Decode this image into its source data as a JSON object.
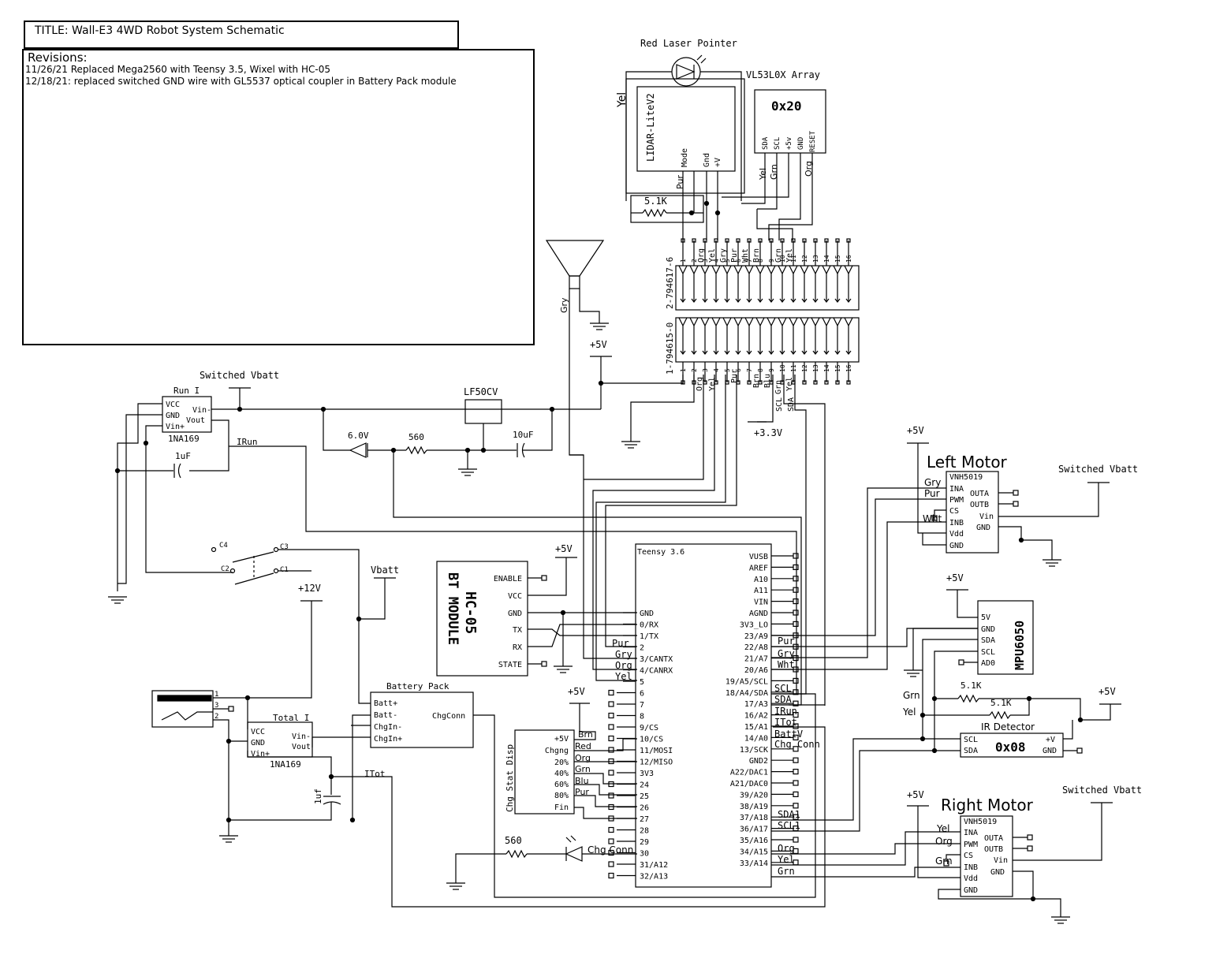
{
  "title": "TITLE: Wall-E3 4WD Robot System Schematic",
  "revisions": {
    "heading": "Revisions:",
    "entries": [
      "11/26/21 Replaced Mega2560 with Teensy 3.5, Wixel with HC-05",
      "12/18/21: replaced switched GND wire with GL5537 optical coupler in Battery Pack module"
    ]
  },
  "lidar": {
    "name": "LIDAR-LiteV2",
    "pins": [
      "Mode",
      "Gnd",
      "+V"
    ],
    "wires": [
      "Pur"
    ],
    "side_wire": "Yel"
  },
  "laser": {
    "name": "Red Laser Pointer"
  },
  "vl53": {
    "title": "VL53L0X Array",
    "addr": "0x20",
    "pins": [
      "SDA",
      "SCL",
      "+5v",
      "GND",
      "RESET"
    ],
    "wires": [
      "Yel",
      "Grn",
      "Org"
    ]
  },
  "resistor_top": "5.1K",
  "conn_top": {
    "part": "2-794617-6",
    "pins": [
      "1",
      "2",
      "3",
      "4",
      "5",
      "6",
      "7",
      "8",
      "9",
      "10",
      "11",
      "12",
      "13",
      "14",
      "15",
      "16"
    ],
    "wires": [
      "Org",
      "Yel",
      "Gry",
      "Pur",
      "Wht",
      "Brn",
      "Grn",
      "Yel"
    ]
  },
  "conn_bot": {
    "part": "1-794615-0",
    "pins": [
      "1",
      "2",
      "3",
      "4",
      "5",
      "6",
      "7",
      "8",
      "9",
      "10",
      "11",
      "12",
      "13",
      "14",
      "15",
      "16"
    ],
    "wires": [
      "Org",
      "Yel",
      "Pur",
      "Brn",
      "Blu",
      "Grn",
      "Yel",
      "SCL",
      "SDA"
    ]
  },
  "speaker_wire": "Gry",
  "rails": {
    "p5": "+5V",
    "p33": "+3.3V",
    "p12": "+12V",
    "vbatt": "Vbatt",
    "svb": "Switched Vbatt"
  },
  "run_ina": {
    "title": "Run I",
    "pins": [
      "VCC",
      "GND",
      "Vin+"
    ],
    "out": [
      "Vin-",
      "Vout"
    ],
    "part": "1NA169"
  },
  "lf50": "LF50CV",
  "diode_v": "6.0V",
  "r560": "560",
  "cap10": "10uF",
  "cap1": "1uF",
  "irun": "IRun",
  "switch": {
    "labels": [
      "C4",
      "C3",
      "C2",
      "C1"
    ]
  },
  "hc05": {
    "title": "HC-05",
    "sub": "BT MODULE",
    "pins": [
      "ENABLE",
      "VCC",
      "GND",
      "TX",
      "RX",
      "STATE"
    ]
  },
  "teensy": {
    "title": "Teensy 3.6",
    "left": [
      "GND",
      "0/RX",
      "1/TX",
      "2",
      "3/CANTX",
      "4/CANRX",
      "5",
      "6",
      "7",
      "8",
      "9/CS",
      "10/CS",
      "11/MOSI",
      "12/MISO",
      "3V3",
      "24",
      "25",
      "26",
      "27",
      "28",
      "29",
      "30",
      "31/A12",
      "32/A13"
    ],
    "right": [
      "VUSB",
      "AREF",
      "A10",
      "A11",
      "VIN",
      "AGND",
      "3V3_LO",
      "23/A9",
      "22/A8",
      "21/A7",
      "20/A6",
      "19/A5/SCL",
      "18/A4/SDA",
      "17/A3",
      "16/A2",
      "15/A1",
      "14/A0",
      "13/SCK",
      "GND2",
      "A22/DAC1",
      "A21/DAC0",
      "39/A20",
      "38/A19",
      "37/A18",
      "36/A17",
      "35/A16",
      "34/A15",
      "33/A14"
    ],
    "left_wires": [
      "Pur",
      "Gry",
      "Org",
      "Yel"
    ],
    "right_wires": [
      "Pur",
      "Gry",
      "Wht",
      "SCL",
      "SDA",
      "IRun",
      "ITot",
      "BattV",
      "Chg Conn",
      "SDA1",
      "SCL1",
      "Org",
      "Yel",
      "Grn"
    ]
  },
  "chg_stat": {
    "title": "Chg Stat Disp",
    "pins": [
      "+5V",
      "Chgng",
      "20%",
      "40%",
      "60%",
      "80%",
      "Fin"
    ],
    "wires": [
      "Brn",
      "Red",
      "Org",
      "Grn",
      "Blu",
      "Pur"
    ]
  },
  "chg_led": "Chg Conn",
  "battery": {
    "title": "Battery Pack",
    "pins": [
      "Batt+",
      "Batt-",
      "ChgIn-",
      "ChgIn+"
    ],
    "out": "ChgConn"
  },
  "total_ina": {
    "title": "Total I",
    "pins": [
      "VCC",
      "GND",
      "Vin+"
    ],
    "out": [
      "Vin-",
      "Vout"
    ],
    "part": "1NA169"
  },
  "cap_uf": "1uf",
  "itot": "ITot",
  "jack": {
    "pins": [
      "1",
      "3",
      "2"
    ]
  },
  "left_motor": {
    "title": "Left Motor",
    "part": "VNH5019",
    "pins": [
      "INA",
      "PWM",
      "CS",
      "INB",
      "Vdd",
      "GND"
    ],
    "out": [
      "OUTA",
      "OUTB",
      "Vin",
      "GND"
    ],
    "wires": [
      "Gry",
      "Pur",
      "Wht"
    ]
  },
  "right_motor": {
    "title": "Right Motor",
    "part": "VNH5019",
    "pins": [
      "INA",
      "PWM",
      "CS",
      "INB",
      "Vdd",
      "GND"
    ],
    "out": [
      "OUTA",
      "OUTB",
      "Vin",
      "GND"
    ],
    "wires": [
      "Yel",
      "Org",
      "Grn"
    ]
  },
  "mpu": {
    "title": "MPU6050",
    "pins": [
      "5V",
      "GND",
      "SDA",
      "SCL",
      "AD0"
    ]
  },
  "ir": {
    "title": "IR Detector",
    "addr": "0x08",
    "pins": [
      "SCL",
      "SDA"
    ],
    "out": [
      "+V",
      "GND"
    ],
    "r1": "5.1K",
    "r2": "5.1K",
    "wires": [
      "Grn",
      "Yel"
    ]
  }
}
